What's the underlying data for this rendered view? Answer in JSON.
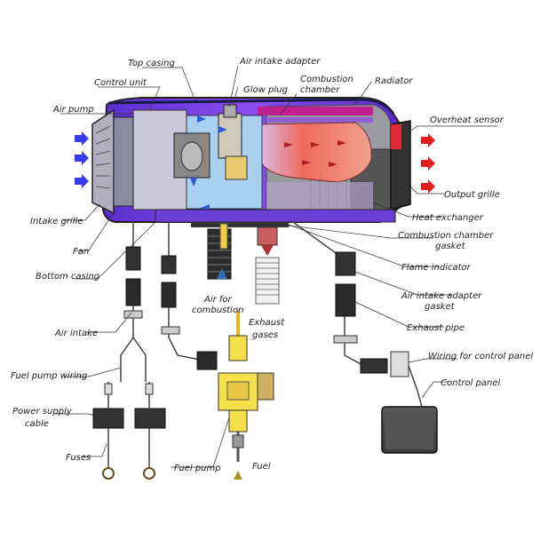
{
  "labels": {
    "top_casing": "Top casing",
    "air_intake_adapter": "Air intake adapter",
    "control_unit": "Control unit",
    "glow_plug": "Glow plug",
    "combustion_chamber_line1": "Combustion",
    "combustion_chamber_line2": "chamber",
    "radiator": "Radiator",
    "air_pump": "Air pump",
    "overheat_sensor": "Overheat sensor",
    "output_grille": "Output grille",
    "intake_grille": "Intake grille",
    "heat_exchanger": "Heat exchanger",
    "fan": "Fan",
    "cc_gasket_line1": "Combustion chamber",
    "cc_gasket_line2": "gasket",
    "bottom_casing": "Bottom casing",
    "flame_indicator": "Flame indicator",
    "air_for_combustion_line1": "Air for",
    "air_for_combustion_line2": "combustion",
    "aia_gasket_line1": "Air intake adapter",
    "aia_gasket_line2": "gasket",
    "air_intake": "Air intake",
    "exhaust_gases_line1": "Exhaust",
    "exhaust_gases_line2": "gases",
    "exhaust_pipe": "Exhaust pipe",
    "wiring_control_panel": "Wiring for control panel",
    "fuel_pump_wiring": "Fuel pump wiring",
    "control_panel": "Control panel",
    "power_supply_line1": "Power supply",
    "power_supply_line2": "cable",
    "fuses": "Fuses",
    "fuel_pump": "Fuel pump",
    "fuel": "Fuel"
  },
  "colors": {
    "casing_purple": "#7b3fe0",
    "casing_dark": "#2a1f6b",
    "flame_red": "#e85a4a",
    "blue_arrow": "#3a3ae8",
    "red_arrow": "#e02020",
    "fuel_yellow": "#f5e04a",
    "outline": "#222222"
  }
}
